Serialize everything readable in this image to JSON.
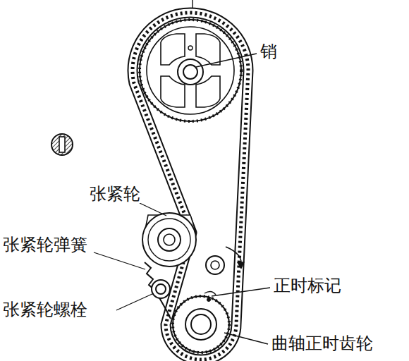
{
  "diagram": {
    "labels": [
      "销",
      "张紧轮",
      "张紧轮弹簧",
      "张紧轮螺栓",
      "正时标记",
      "曲轴正时齿轮"
    ]
  }
}
